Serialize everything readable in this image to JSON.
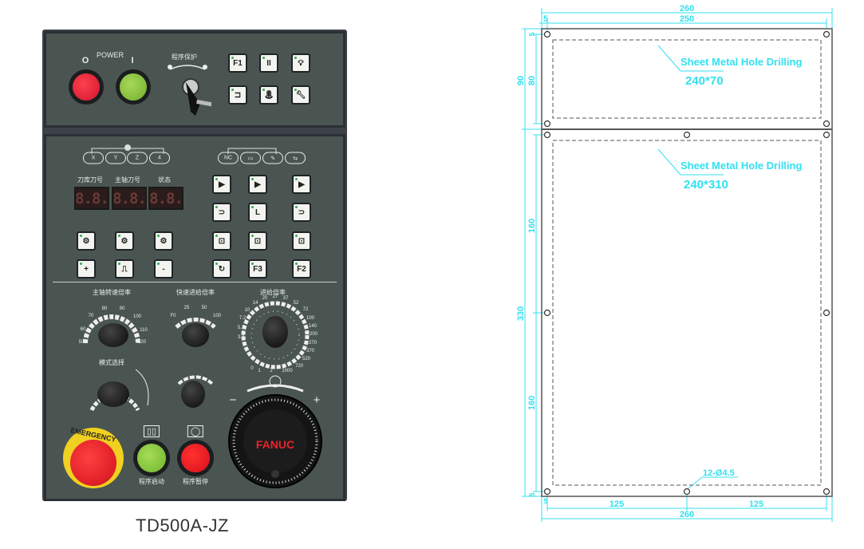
{
  "panel": {
    "model": "TD500A-JZ",
    "power_label": "POWER",
    "power_off_symbol": "O",
    "power_on_symbol": "I",
    "program_protect_label": "程序保护",
    "top_keys": [
      "F1",
      "II",
      "bulb",
      "light",
      "coolant",
      "tool"
    ],
    "axis_keys": [
      "X",
      "Y",
      "Z",
      "4"
    ],
    "mode_keys": [
      "NC",
      "▭",
      "✎",
      "⇆"
    ],
    "display_labels": [
      "刀库刀号",
      "主轴刀号",
      "状态"
    ],
    "display_values": [
      "8.8.",
      "8.8.",
      "8.8."
    ],
    "function_keys_left": [
      "⚙",
      "⚙",
      "⚙",
      "+",
      "⎍",
      "-"
    ],
    "function_keys_right": [
      "▶",
      "▶",
      "▶",
      "⊃",
      "L",
      "⊃",
      "⊡",
      "⊡",
      "⊡",
      "↻",
      "F3",
      "F2"
    ],
    "spindle_override_label": "主轴转速倍率",
    "spindle_override_scale": [
      "50",
      "60",
      "70",
      "80",
      "90",
      "100",
      "110",
      "120"
    ],
    "rapid_override_label": "快速进给倍率",
    "rapid_override_scale": [
      "F0",
      "25",
      "50",
      "100"
    ],
    "feed_override_label": "进给倍率",
    "feed_override_scale": [
      "0",
      "1",
      "2",
      "3.2",
      "5.2",
      "7.2",
      "10",
      "14",
      "20",
      "27",
      "37",
      "52",
      "72",
      "100",
      "140",
      "200",
      "270",
      "370",
      "520",
      "720",
      "1000"
    ],
    "mode_select_label": "模式选择",
    "emergency_label": "EMERGENCY",
    "handwheel_brand": "FANUC",
    "handwheel_minus": "−",
    "handwheel_plus": "+",
    "cycle_start_label": "程序启动",
    "feed_hold_label": "程序暂停"
  },
  "drawing": {
    "overall_width": "260",
    "hole_span_width": "250",
    "edge_offset": "5",
    "top_height": "90",
    "top_hole_span": "80",
    "bottom_height": "330",
    "bottom_half_1": "160",
    "bottom_half_2": "160",
    "cutout_label_1": "Sheet Metal Hole Drilling",
    "cutout_size_1": "240*70",
    "cutout_label_2": "Sheet Metal Hole Drilling",
    "cutout_size_2": "240*310",
    "hole_callout": "12-Ø4.5",
    "bottom_spacing_1": "125",
    "bottom_spacing_2": "125",
    "bottom_overall_width": "260",
    "colors": {
      "dimension": "#33e0f0",
      "outline": "#444444"
    }
  }
}
